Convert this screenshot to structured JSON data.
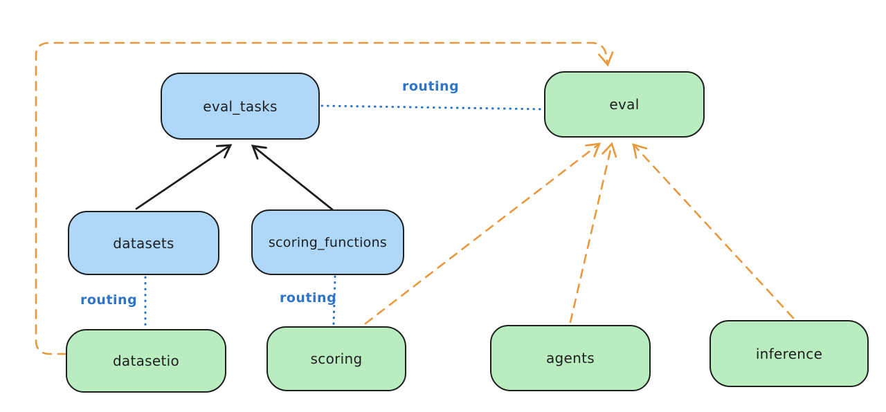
{
  "diagram": {
    "kind": "architecture-diagram",
    "background": "#ffffff",
    "colors": {
      "api_fill": "#aed7f8",
      "provider_fill": "#b9edc0",
      "stroke": "#1e1e1e",
      "routing_blue": "#2e74c8",
      "provider_orange": "#e8983e"
    },
    "nodes": [
      {
        "id": "eval_tasks",
        "label": "eval_tasks",
        "color": "blue"
      },
      {
        "id": "eval",
        "label": "eval",
        "color": "green"
      },
      {
        "id": "datasets",
        "label": "datasets",
        "color": "blue"
      },
      {
        "id": "scoring_functions",
        "label": "scoring_functions",
        "color": "blue"
      },
      {
        "id": "datasetio",
        "label": "datasetio",
        "color": "green"
      },
      {
        "id": "scoring",
        "label": "scoring",
        "color": "green"
      },
      {
        "id": "agents",
        "label": "agents",
        "color": "green"
      },
      {
        "id": "inference",
        "label": "inference",
        "color": "green"
      }
    ],
    "edge_labels": [
      {
        "id": "routing-top",
        "label": "routing"
      },
      {
        "id": "routing-datasets",
        "label": "routing"
      },
      {
        "id": "routing-scoring",
        "label": "routing"
      }
    ],
    "edges": [
      {
        "from": "datasets",
        "to": "eval_tasks",
        "style": "solid",
        "color": "black",
        "arrow": true,
        "label": ""
      },
      {
        "from": "scoring_functions",
        "to": "eval_tasks",
        "style": "solid",
        "color": "black",
        "arrow": true,
        "label": ""
      },
      {
        "from": "eval_tasks",
        "to": "eval",
        "style": "dotted",
        "color": "blue",
        "arrow": false,
        "label": "routing"
      },
      {
        "from": "datasets",
        "to": "datasetio",
        "style": "dotted",
        "color": "blue",
        "arrow": false,
        "label": "routing"
      },
      {
        "from": "scoring_functions",
        "to": "scoring",
        "style": "dotted",
        "color": "blue",
        "arrow": false,
        "label": "routing"
      },
      {
        "from": "datasetio",
        "to": "eval",
        "style": "dashed",
        "color": "orange",
        "arrow": true,
        "label": ""
      },
      {
        "from": "scoring",
        "to": "eval",
        "style": "dashed",
        "color": "orange",
        "arrow": true,
        "label": ""
      },
      {
        "from": "agents",
        "to": "eval",
        "style": "dashed",
        "color": "orange",
        "arrow": true,
        "label": ""
      },
      {
        "from": "inference",
        "to": "eval",
        "style": "dashed",
        "color": "orange",
        "arrow": true,
        "label": ""
      }
    ]
  }
}
